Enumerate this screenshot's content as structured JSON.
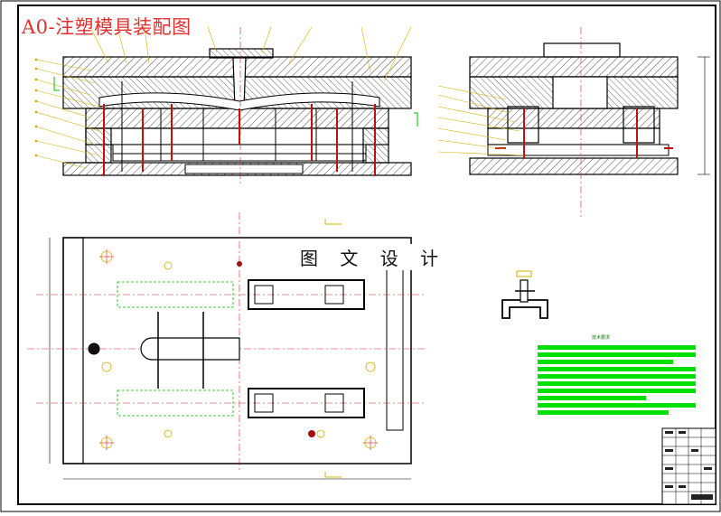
{
  "drawing": {
    "title": "A0-注塑模具装配图",
    "watermark": "图 文 设 计"
  },
  "tech_requirements": {
    "title": "技术要求"
  },
  "colors": {
    "outline": "#000000",
    "part_number_yellow": "#d6b000",
    "center_line_red": "#e02020",
    "reference_green": "#00c000",
    "title_red": "#e03030"
  }
}
